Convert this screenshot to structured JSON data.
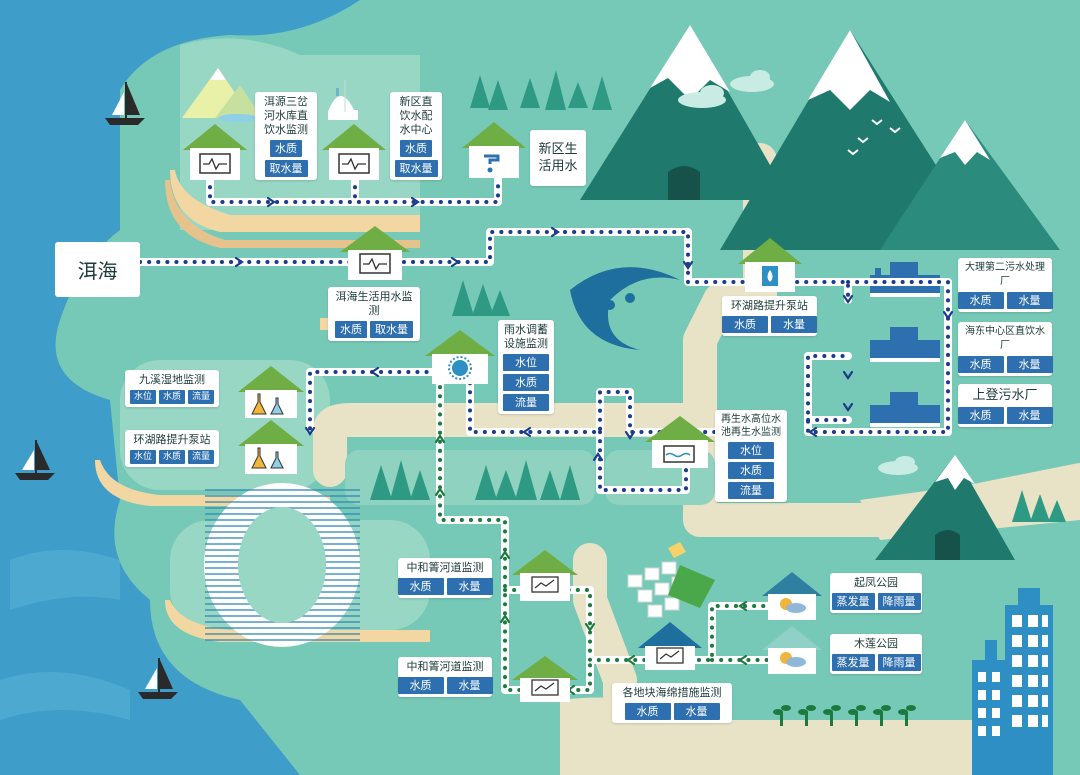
{
  "source_node": {
    "label": "洱海"
  },
  "nodes": {
    "erhai_source": {
      "title_lines": [
        "洱源三岔",
        "河水库直",
        "饮水监测"
      ],
      "tags": [
        "水质",
        "取水量"
      ]
    },
    "xinqu_direct": {
      "title_lines": [
        "新区直",
        "饮水配",
        "水中心"
      ],
      "tags": [
        "水质",
        "取水量"
      ]
    },
    "xinqu_domestic": {
      "title_lines": [
        "新区生",
        "活用水"
      ]
    },
    "erhai_domestic": {
      "title": "洱海生活用水监测",
      "tags": [
        "水质",
        "取水量"
      ]
    },
    "huanhu_pump_1": {
      "title": "环湖路提升泵站",
      "tags": [
        "水质",
        "水量"
      ]
    },
    "dali_sewage_2": {
      "title": "大理第二污水处理厂",
      "tags": [
        "水质",
        "水量"
      ]
    },
    "haidong_direct": {
      "title": "海东中心区直饮水厂",
      "tags": [
        "水质",
        "水量"
      ]
    },
    "shangdeng_sewage": {
      "title": "上登污水厂",
      "tags": [
        "水质",
        "水量"
      ]
    },
    "rain_storage": {
      "title_lines": [
        "雨水调蓄",
        "设施监测"
      ],
      "tags": [
        "水位",
        "水质",
        "流量"
      ]
    },
    "reclaimed_water": {
      "title_lines": [
        "再生水高位水",
        "池再生水监测"
      ],
      "tags": [
        "水位",
        "水质",
        "流量"
      ]
    },
    "jiuxi_wetland": {
      "title": "九溪湿地监测",
      "tags": [
        "水位",
        "水质",
        "流量"
      ]
    },
    "huanhu_pump_2": {
      "title": "环湖路提升泵站",
      "tags": [
        "水位",
        "水质",
        "流量"
      ]
    },
    "zhonghe_1": {
      "title": "中和箐河道监测",
      "tags": [
        "水质",
        "水量"
      ]
    },
    "zhonghe_2": {
      "title": "中和箐河道监测",
      "tags": [
        "水质",
        "水量"
      ]
    },
    "sponge_measures": {
      "title": "各地块海绵措施监测",
      "tags": [
        "水质",
        "水量"
      ]
    },
    "qifeng_park": {
      "title": "起凤公园",
      "tags": [
        "蒸发量",
        "降雨量"
      ]
    },
    "mulian_park": {
      "title": "木莲公园",
      "tags": [
        "蒸发量",
        "降雨量"
      ]
    }
  },
  "colors": {
    "background": "#77c9b7",
    "lake": "#3f9ec9",
    "path": "#e8e3c6",
    "mountain": "#1f7a6d",
    "snow": "#ffffff",
    "tag": "#2e6fb0",
    "flow_blue": "#1a3c8c",
    "flow_green": "#1d7a3e",
    "roof": "#6fae45"
  }
}
